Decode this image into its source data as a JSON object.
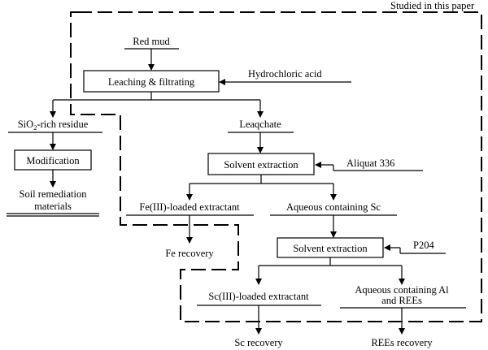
{
  "region": {
    "label": "Studied in this paper"
  },
  "nodes": {
    "red_mud": "Red mud",
    "leaching": "Leaching & filtrating",
    "hcl": "Hydrochloric acid",
    "residue_prefix": "SiO",
    "residue_sub": "2",
    "residue_suffix": "-rich residue",
    "modification": "Modification",
    "soil_line1": "Soil remediation",
    "soil_line2": "materials",
    "leachate": "Leaqchate",
    "solvent_extraction_1": "Solvent extraction",
    "aliquat": "Aliquat 336",
    "fe_loaded": "Fe(III)-loaded extractant",
    "aqueous_sc": "Aqueous containing Sc",
    "fe_recovery": "Fe recovery",
    "solvent_extraction_2": "Solvent extraction",
    "p204": "P204",
    "sc_loaded": "Sc(III)-loaded extractant",
    "aqueous_al_line1": "Aqueous containing Al",
    "aqueous_al_line2": "and REEs",
    "sc_recovery": "Sc recovery",
    "ree_recovery": "REEs recovery"
  }
}
